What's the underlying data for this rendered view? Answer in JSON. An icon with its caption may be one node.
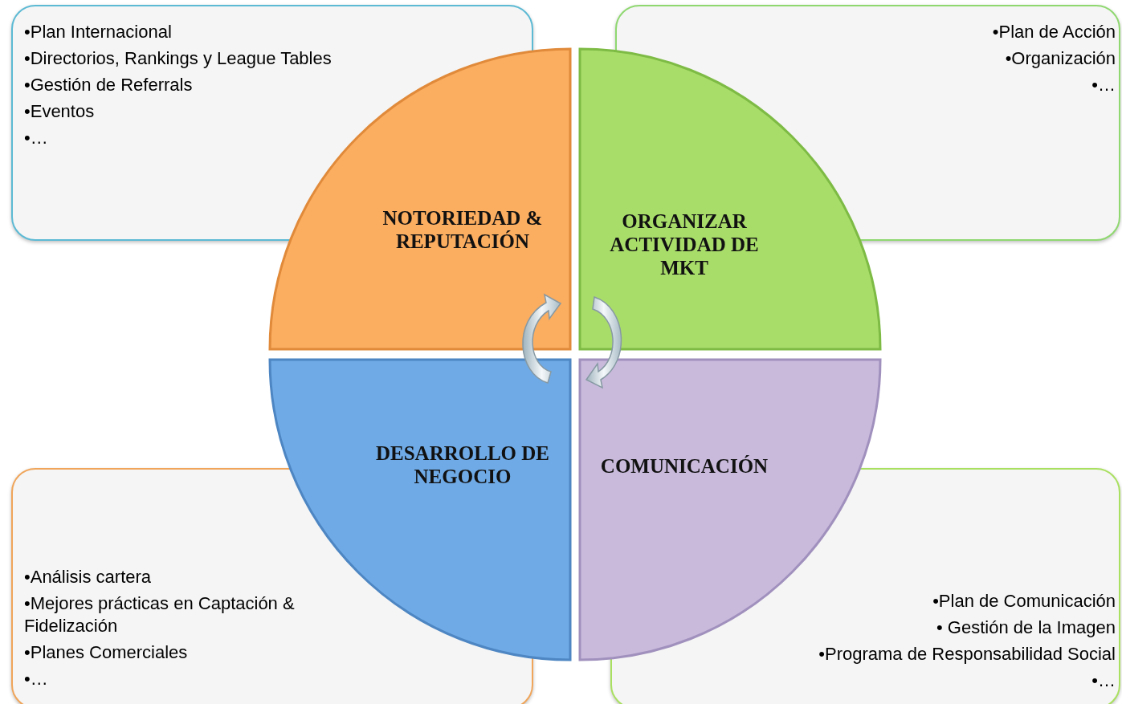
{
  "diagram": {
    "nodes": [
      {
        "text": [
          "•Plan Internacional",
          "•Directorios, Rankings y League Tables",
          "•Gestión de Referrals",
          "•Eventos",
          "•…"
        ]
      },
      {
        "text": [
          "•Plan de Acción",
          "•Organización",
          "•…"
        ]
      },
      {
        "text": [
          "NOTORIEDAD & REPUTACIÓN"
        ]
      },
      {
        "text": [
          "ORGANIZAR ACTIVIDAD DE MKT"
        ]
      },
      {
        "text": [
          "DESARROLLO DE NEGOCIO"
        ]
      },
      {
        "text": [
          "COMUNICACIÓN"
        ]
      },
      {
        "text": [
          "•Análisis cartera",
          "•Mejores prácticas en Captación & Fidelización",
          "•Planes Comerciales",
          "•…"
        ]
      },
      {
        "text": [
          "•Plan de Comunicación",
          "• Gestión de la Imagen",
          "•Programa de Responsabilidad Social",
          "•…"
        ]
      }
    ]
  }
}
